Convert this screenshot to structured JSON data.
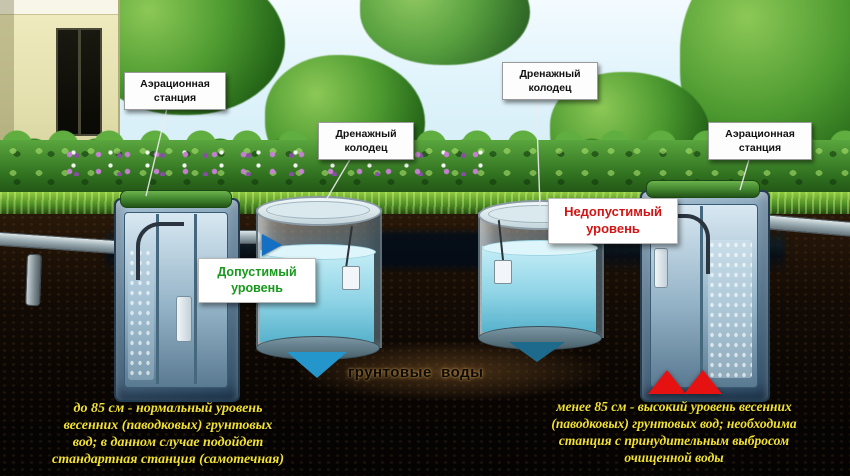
{
  "diagram": {
    "callouts": {
      "station_left": [
        "Аэрационная",
        "станция"
      ],
      "well_left": [
        "Дренажный",
        "колодец"
      ],
      "well_right": [
        "Дренажный",
        "колодец"
      ],
      "station_right": [
        "Аэрационная",
        "станция"
      ]
    },
    "levels": {
      "allowed": [
        "Допустимый",
        "уровень"
      ],
      "restricted": [
        "Недопустимый",
        "уровень"
      ]
    },
    "groundwater_label": "грунтовые  воды",
    "captions": {
      "left": [
        "до 85 см - нормальный уровень",
        "весенних (паводковых) грунтовых",
        "вод; в данном случае подойдет",
        "стандартная станция (самотечная)"
      ],
      "right": [
        "менее 85 см - высокий уровень весенних",
        "(паводковых) грунтовых вод; необходима",
        "станция с принудительным выбросом",
        "очищенной воды"
      ]
    },
    "colors": {
      "allowed_green": "#18981c",
      "restricted_red": "#d21414",
      "caption_yellow": "#f2e134",
      "flow_arrow_blue": "#1570c4",
      "warning_arrow_red": "#e61212",
      "station_lid_green": "#3c7e2a"
    }
  }
}
